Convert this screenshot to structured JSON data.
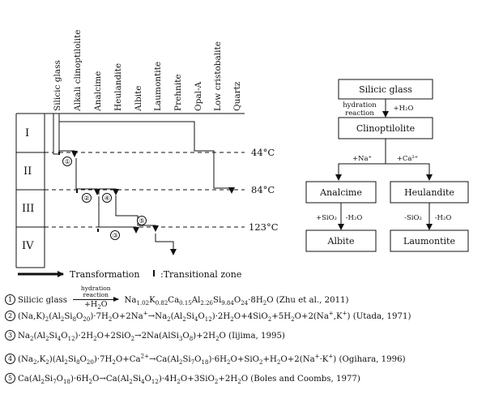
{
  "columns": [
    "Silicic glass",
    "Alkali clinoptilolite",
    "Analcime",
    "Heulandite",
    "Albite",
    "Laumontite",
    "Prehnite",
    "Opal-A",
    "Low cristobalite",
    "Quartz"
  ],
  "zones": [
    "I",
    "II",
    "III",
    "IV"
  ],
  "temperatures": [
    "44°C",
    "84°C",
    "123°C"
  ],
  "step_numbers": [
    "①",
    "②",
    "③",
    "④",
    "⑤"
  ],
  "flow": {
    "silicic_glass": "Silicic glass",
    "hydration": "hydration",
    "reaction": "reaction",
    "plus_h2o": "+H₂O",
    "clinoptilolite": "Clinoptilolite",
    "plus_na": "+Na⁺",
    "plus_ca": "+Ca²⁺",
    "analcime": "Analcime",
    "heulandite": "Heulandite",
    "plus_sio2": "+SiO₂",
    "minus_h2o_1": "-H₂O",
    "minus_sio2": "-SiO₂",
    "minus_h2o_2": "-H₂O",
    "albite": "Albite",
    "laumontite": "Laumontite"
  },
  "legend": {
    "transformation": "Transformation",
    "transitional_zone": ":Transitional zone"
  },
  "equations": {
    "eq1": {
      "num": "1",
      "lhs": "Silicic glass",
      "above": "hydration",
      "above2": "reaction",
      "below": "+H",
      "below_sub": "2",
      "below_tail": "O",
      "rest": "Na1.02K0.82Ca0.15Al2.26Si9.84O24·8H2O (Zhu et al., 2011)"
    },
    "eq2": {
      "num": "2",
      "text": "(Na,K)2(Al2Si8O20)·7H2O+2Na+→Na2(Al2Si4O12)·2H2O+4SiO2+5H2O+2(Na+,K+) (Utada, 1971)"
    },
    "eq3": {
      "num": "3",
      "text": "Na2(Al2Si4O12)·2H2O+2SiO2→2Na(AlSi3O8)+2H2O (Iijima, 1995)"
    },
    "eq4": {
      "num": "4",
      "text": "(Na2,K2)(Al2Si8O20)·7H2O+Ca2+→Ca(Al2Si7O18)·6H2O+SiO2+H2O+2(Na+·K+) (Ogihara, 1996)"
    },
    "eq5": {
      "num": "5",
      "text": "Ca(Al2Si7O18)·6H2O→Ca(Al2Si4O12)·4H2O+3SiO2+2H2O (Boles and Coombs, 1977)"
    }
  }
}
